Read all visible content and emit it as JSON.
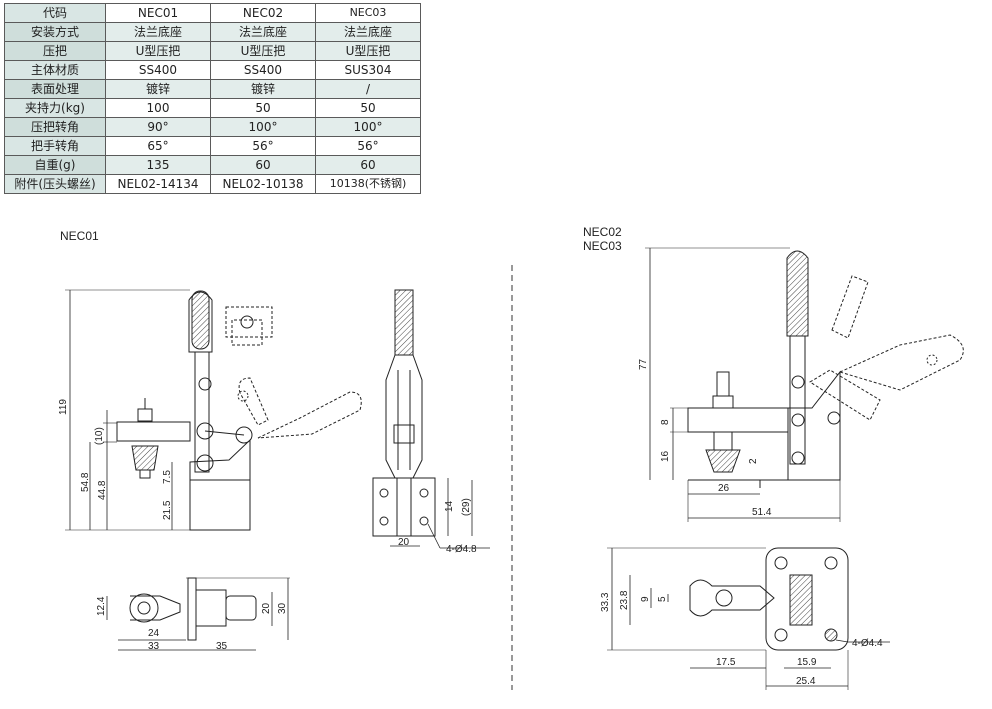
{
  "spec_table": {
    "headers": [
      "代码",
      "NEC01",
      "NEC02",
      "NEC03"
    ],
    "rows": [
      [
        "安装方式",
        "法兰底座",
        "法兰底座",
        "法兰底座"
      ],
      [
        "压把",
        "U型压把",
        "U型压把",
        "U型压把"
      ],
      [
        "主体材质",
        "SS400",
        "SS400",
        "SUS304"
      ],
      [
        "表面处理",
        "镀锌",
        "镀锌",
        "/"
      ],
      [
        "夹持力(kg)",
        "100",
        "50",
        "50"
      ],
      [
        "压把转角",
        "90°",
        "100°",
        "100°"
      ],
      [
        "把手转角",
        "65°",
        "56°",
        "56°"
      ],
      [
        "自重(g)",
        "135",
        "60",
        "60"
      ],
      [
        "附件(压头螺丝)",
        "NEL02-14134",
        "NEL02-10138",
        "10138(不锈钢)"
      ]
    ]
  },
  "drawings": {
    "left_title": "NEC01",
    "right_title_1": "NEC02",
    "right_title_2": "NEC03",
    "dims": {
      "d119": "119",
      "d10": "(10)",
      "d54_8": "54.8",
      "d44_8": "44.8",
      "d7_5": "7.5",
      "d21_5": "21.5",
      "d14": "14",
      "d29": "(29)",
      "d20_side": "20",
      "d4_48": "4-Ø4.8",
      "d12_4": "12.4",
      "d24": "24",
      "d33": "33",
      "d35": "35",
      "d20_top": "20",
      "d30": "30",
      "d77": "77",
      "d8": "8",
      "d16": "16",
      "d2": "2",
      "d26": "26",
      "d51_4": "51.4",
      "d33_3": "33.3",
      "d23_8": "23.8",
      "d9": "9",
      "d5": "5",
      "d17_5": "17.5",
      "d15_9": "15.9",
      "d25_4": "25.4",
      "d4_44": "4-Ø4.4"
    }
  }
}
